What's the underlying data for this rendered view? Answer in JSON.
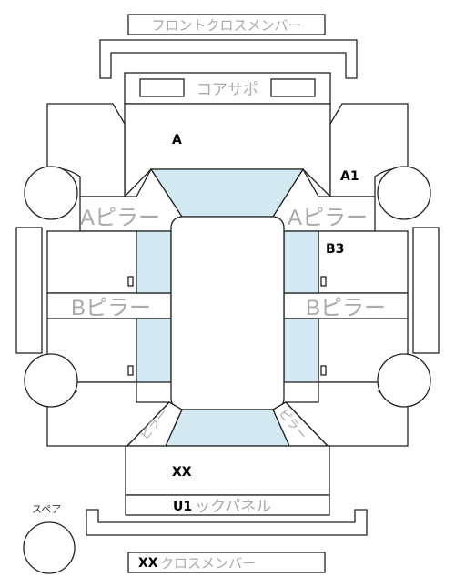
{
  "labels": {
    "front_cross_member": "フロントクロスメンバー",
    "core_support": "コアサポ",
    "a_pillar": "Aピラー",
    "b_pillar": "Bピラー",
    "c_pillar": "ピラー",
    "back_panel": "ックパネル",
    "rear_cross_member": "クロスメンバー",
    "spare": "スペア"
  },
  "marks": {
    "hood": "A",
    "front_right_fender": "A1",
    "right_front_door": "B3",
    "trunk": "XX",
    "back_panel": "U1",
    "rear_cross_member": "XX"
  },
  "colors": {
    "glass": "#d3e9f1",
    "outline": "#222222",
    "ghost_text": "#a9a9a9"
  }
}
